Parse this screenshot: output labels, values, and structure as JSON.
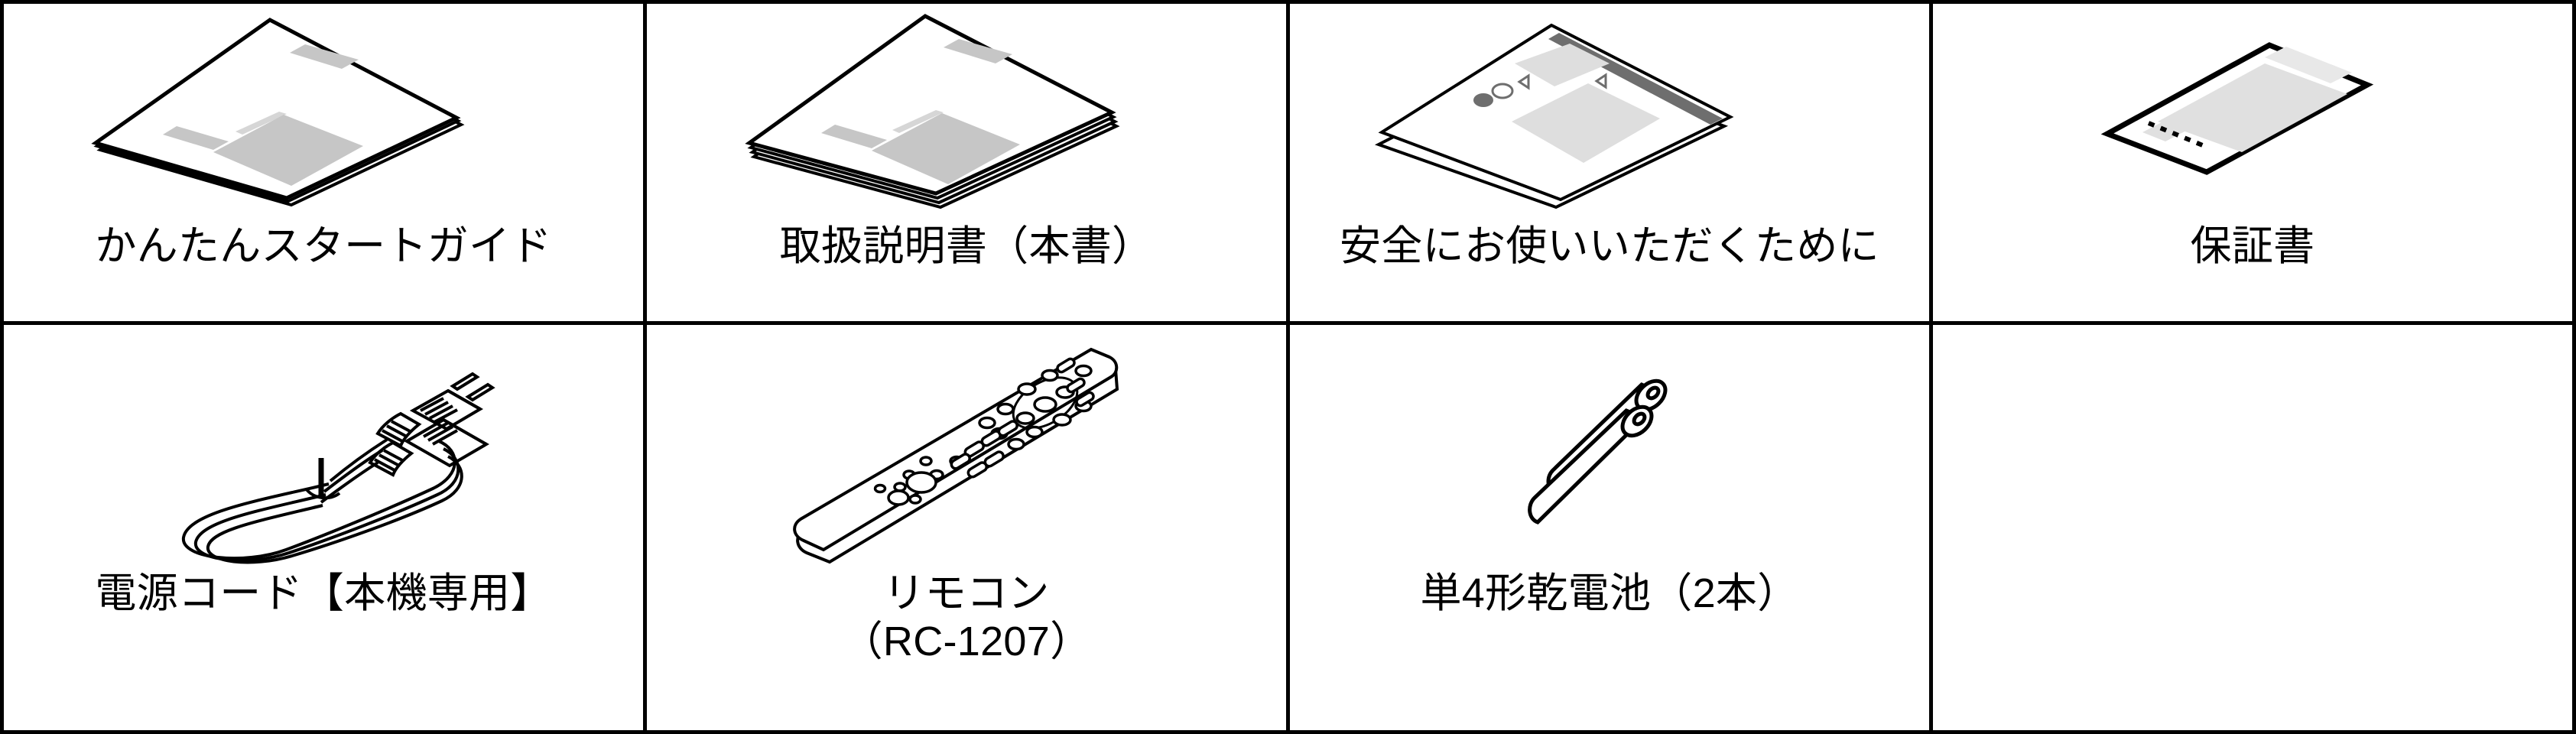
{
  "table": {
    "columns": 4,
    "rows": 2,
    "border_color": "#000000",
    "background_color": "#ffffff"
  },
  "colors": {
    "outline": "#000000",
    "fill_white": "#ffffff",
    "gray_block_light": "#e0e0e0",
    "gray_block_mid": "#c6c6c6",
    "gray_stripe_dark": "#6e6e6e",
    "text": "#000000"
  },
  "items": [
    {
      "id": "quick-start-guide",
      "icon": "booklet-thin-icon",
      "label_lines": [
        "かんたんスタートガイド"
      ]
    },
    {
      "id": "owners-manual",
      "icon": "booklet-thick-icon",
      "label_lines": [
        "取扱説明書（本書）"
      ]
    },
    {
      "id": "safety-instructions",
      "icon": "safety-sheet-icon",
      "label_lines": [
        "安全にお使いいただくために"
      ]
    },
    {
      "id": "warranty-card",
      "icon": "warranty-card-icon",
      "label_lines": [
        "保証書"
      ]
    },
    {
      "id": "power-cord",
      "icon": "power-cord-icon",
      "label_lines": [
        "電源コード【本機専用】"
      ]
    },
    {
      "id": "remote-control",
      "icon": "remote-control-icon",
      "label_lines": [
        "リモコン",
        "（RC-1207）"
      ]
    },
    {
      "id": "aaa-batteries",
      "icon": "battery-pair-icon",
      "label_lines": [
        "単4形乾電池（2本）"
      ]
    },
    {
      "id": "empty",
      "icon": "",
      "label_lines": []
    }
  ]
}
